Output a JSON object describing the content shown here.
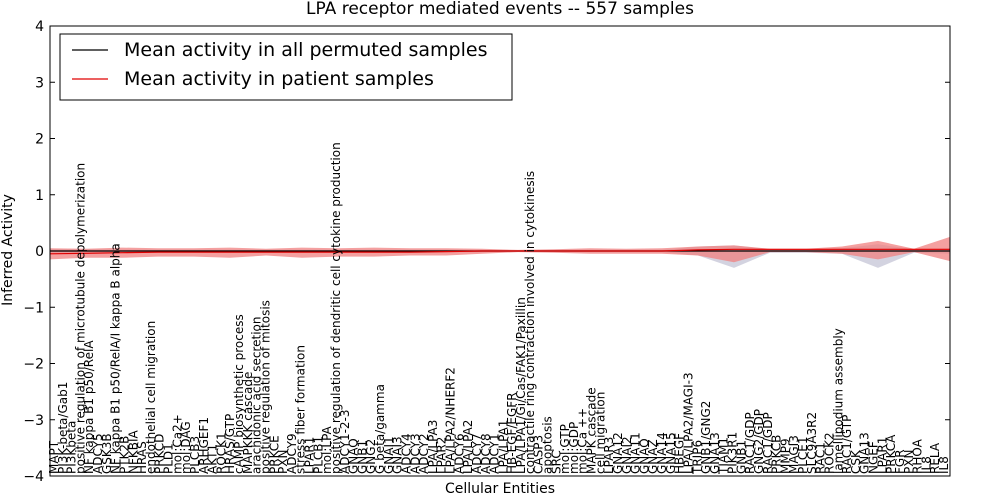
{
  "chart_data": {
    "type": "line",
    "title": "LPA receptor mediated events -- 557 samples",
    "xlabel": "Cellular Entities",
    "ylabel": "Inferred Activity",
    "ylim": [
      -4,
      4
    ],
    "yticks": [
      -4,
      -3,
      -2,
      -1,
      0,
      1,
      2,
      3,
      4
    ],
    "ytick_labels": [
      "−4",
      "−3",
      "−2",
      "−1",
      "0",
      "1",
      "2",
      "3",
      "4"
    ],
    "grid": false,
    "legend_position": "upper-left",
    "colors": {
      "permuted": "#000000",
      "patient": "#e00000",
      "patient_band": "#f08080",
      "permuted_band": "#c8c8d8"
    },
    "categories": [
      "MAPT",
      "PI3K-beta/Gab1",
      "PI3Kbeta",
      "positive regulation of microtubule depolymerization",
      "NF kappa B1 p50/RelA",
      "ADCY5",
      "GSK3B",
      "NF kappa B1 p50/RelA/I kappa B alpha",
      "PTK2B",
      "NFKBIA",
      "HRAS",
      "endothelial cell migration",
      "PRKCD",
      "PLD1",
      "mol:Ca2+",
      "mol:DAG",
      "PLCB3",
      "ARHGEF1",
      "AKT1",
      "ROCK1",
      "HRAS/GTP",
      "cAMP biosynthetic process",
      "MAPKKK cascade",
      "arachidonic acid secretion",
      "positive regulation of mitosis",
      "PRKCE",
      "PXN",
      "ADCY9",
      "stress fiber formation",
      "LPAR1",
      "PLCB1",
      "mol:LPA",
      "positive regulation of dendritic cell cytokine production",
      "ADCY1-2-3",
      "GNAQ",
      "GNB1",
      "GNG2",
      "G beta/gamma",
      "GNAI1",
      "GNAI3",
      "ADCY4",
      "ADCY3",
      "ADCY2",
      "LPA/LPA3",
      "LPAR2",
      "LPA/LPA2/NHERF2",
      "ADCY6",
      "LPA/LPA2",
      "ADCY7",
      "ADCY8",
      "ADCY1",
      "LPA/LPA1",
      "HB-EGF/EGFR",
      "LPA/LPA1/Gi/Cas/FAK1/Paxillin",
      "contractile ring contraction involved in cytokinesis",
      "CASP3",
      "apoptosis",
      "SRC",
      "mol:GTP",
      "mol:GDP",
      "mol:Ca ++",
      "MAPK cascade",
      "cell migration",
      "LPAR3",
      "GNA12",
      "GNAI2",
      "GNA11",
      "GNAO",
      "GNAZ",
      "GNA14",
      "GNA15",
      "HBEGF",
      "LPA/LPA2/MAGI-3",
      "TRIP6",
      "GNB1/GNG2",
      "GNA13",
      "TIAM1",
      "PIK3R1",
      "GNB1",
      "RAC1/GDP",
      "GNG2/GDP",
      "RAC1/GDP",
      "PRKCB",
      "MMP9",
      "MAGI3",
      "PLCE1",
      "SLC9A3R2",
      "RAC1",
      "ROCK2",
      "lamellipodium assembly",
      "RAC1/GTP",
      "CSK",
      "GNA13",
      "NGEF",
      "LPAR1",
      "PRKCA",
      "FGR",
      "PXN",
      "RHOA",
      "IL8",
      "RELA",
      "IL8"
    ],
    "x": [
      0,
      4,
      8,
      12,
      16,
      20,
      24,
      28,
      32,
      36,
      40,
      44,
      48,
      52,
      56,
      60,
      64,
      68,
      72,
      76,
      80,
      84,
      88,
      92,
      96,
      100
    ],
    "series": [
      {
        "name": "Mean activity in all permuted samples",
        "key": "permuted",
        "values": [
          0.0,
          0.0,
          0.0,
          0.0,
          0.0,
          0.0,
          0.0,
          0.0,
          0.0,
          0.0,
          0.0,
          0.0,
          0.0,
          0.0,
          0.0,
          0.0,
          0.0,
          0.0,
          0.0,
          0.0,
          0.0,
          0.0,
          0.0,
          0.0,
          0.0,
          0.0
        ],
        "band_low": [
          -0.03,
          -0.03,
          -0.02,
          -0.02,
          -0.02,
          -0.02,
          -0.02,
          -0.02,
          -0.02,
          -0.02,
          -0.02,
          -0.02,
          -0.02,
          -0.01,
          -0.02,
          -0.02,
          -0.02,
          -0.02,
          -0.08,
          -0.3,
          -0.03,
          -0.03,
          -0.05,
          -0.3,
          -0.03,
          -0.05
        ],
        "band_high": [
          0.03,
          0.03,
          0.02,
          0.02,
          0.02,
          0.02,
          0.02,
          0.02,
          0.02,
          0.02,
          0.02,
          0.02,
          0.02,
          0.01,
          0.02,
          0.02,
          0.02,
          0.02,
          0.08,
          0.1,
          0.03,
          0.03,
          0.05,
          0.12,
          0.03,
          0.05
        ]
      },
      {
        "name": "Mean activity in patient samples",
        "key": "patient",
        "values": [
          -0.05,
          -0.04,
          -0.03,
          -0.02,
          -0.02,
          -0.02,
          -0.02,
          -0.02,
          -0.02,
          -0.02,
          -0.02,
          -0.01,
          0.0,
          0.0,
          0.0,
          0.0,
          0.0,
          0.0,
          0.02,
          0.03,
          0.03,
          0.03,
          0.03,
          0.03,
          0.03,
          0.03
        ],
        "band_low": [
          -0.15,
          -0.12,
          -0.12,
          -0.1,
          -0.1,
          -0.12,
          -0.08,
          -0.12,
          -0.1,
          -0.1,
          -0.08,
          -0.08,
          -0.05,
          -0.02,
          -0.03,
          -0.05,
          -0.05,
          -0.05,
          -0.08,
          -0.2,
          -0.02,
          -0.02,
          -0.05,
          -0.15,
          -0.02,
          -0.18
        ],
        "band_high": [
          0.05,
          0.04,
          0.06,
          0.05,
          0.05,
          0.06,
          0.04,
          0.06,
          0.05,
          0.06,
          0.05,
          0.05,
          0.04,
          0.02,
          0.03,
          0.05,
          0.04,
          0.05,
          0.08,
          0.1,
          0.04,
          0.04,
          0.08,
          0.18,
          0.04,
          0.25
        ]
      }
    ]
  }
}
